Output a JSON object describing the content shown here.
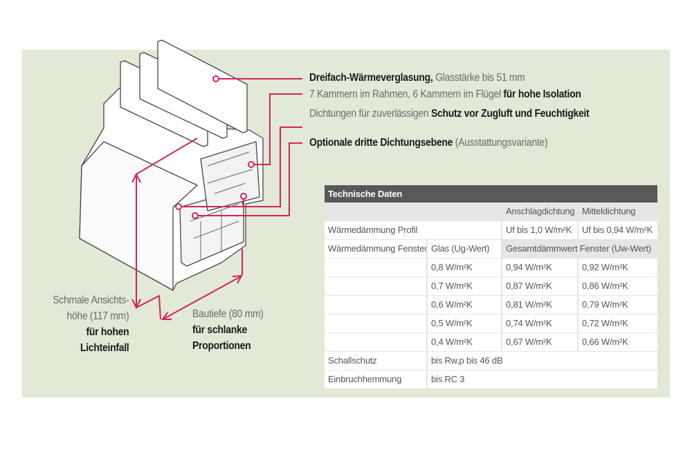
{
  "colors": {
    "accent": "#d2215f",
    "panel": "#e2e9d6",
    "table_header": "#595959"
  },
  "callouts": [
    {
      "bold": "Dreifach-Wärmeverglasung,",
      "normal": " Glasstärke bis 51 mm"
    },
    {
      "normal": "7 Kammern im Rahmen, 6 Kammern im Flügel ",
      "bold": "für hohe Isolation"
    },
    {
      "normal": "Dichtungen für zuverlässigen ",
      "bold": "Schutz vor Zugluft und Feuchtigkeit"
    },
    {
      "bold": "Optionale dritte Dichtungsebene",
      "normal": " (Ausstattungsvariante)"
    }
  ],
  "height_label": {
    "line1": "Schmale Ansichts-",
    "line2": "höhe (117 mm)",
    "bold1": "für hohen",
    "bold2": "Lichteinfall"
  },
  "depth_label": {
    "line1": "Bautiefe (80 mm)",
    "bold1": "für schlanke",
    "bold2": "Proportionen"
  },
  "table": {
    "title": "Technische Daten",
    "col_headers": [
      "",
      "",
      "Anschlagdichtung",
      "Mitteldichtung"
    ],
    "profil": {
      "label": "Wärmedämmung Profil",
      "a": "Uf bis 1,0 W/m²K",
      "b": "Uf bis 0,94 W/m²K"
    },
    "fenster": {
      "label": "Wärmedämmung Fenster",
      "glas": "Glas (Ug-Wert)",
      "gesamt": "Gesamtdämmwert Fenster (Uw-Wert)"
    },
    "rows": [
      [
        "0,8 W/m²K",
        "0,94 W/m²K",
        "0,92 W/m²K"
      ],
      [
        "0,7 W/m²K",
        "0,87 W/m²K",
        "0,86 W/m²K"
      ],
      [
        "0,6 W/m²K",
        "0,81 W/m²K",
        "0,79 W/m²K"
      ],
      [
        "0,5 W/m²K",
        "0,74 W/m²K",
        "0,72 W/m²K"
      ],
      [
        "0,4 W/m²K",
        "0,67 W/m²K",
        "0,66 W/m²K"
      ]
    ],
    "schall": {
      "label": "Schallschutz",
      "value": "bis Rw,p bis 46 dB"
    },
    "einbruch": {
      "label": "Einbruchhemmung",
      "value": "bis RC 3"
    }
  }
}
